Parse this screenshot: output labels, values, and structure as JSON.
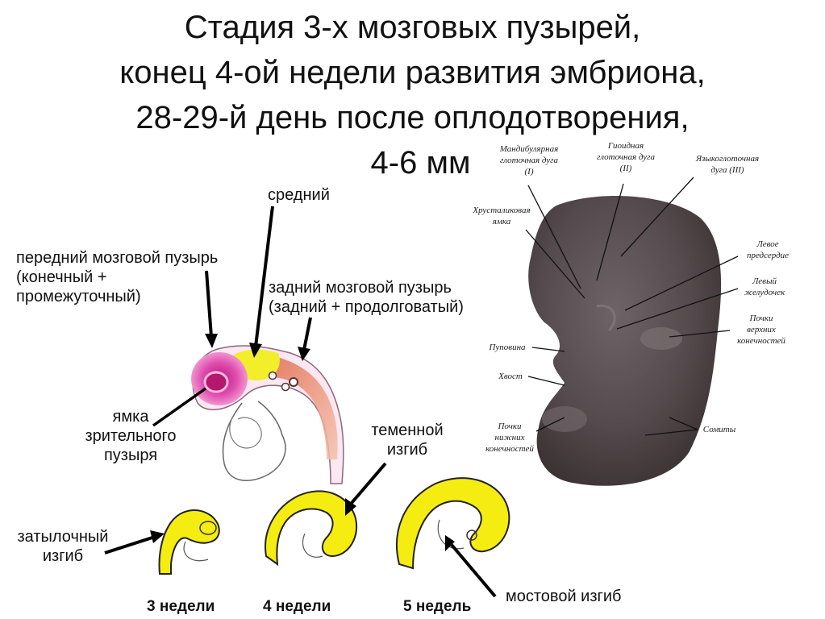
{
  "title": {
    "line1": "Стадия 3-х мозговых пузырей,",
    "line2": "конец 4-ой недели развития эмбриона,",
    "line3": "28-29-й день после оплодотворения,",
    "line4": "4-6 мм"
  },
  "labels": {
    "middle": "средний",
    "forebrain": [
      "передний мозговой пузырь",
      "(конечный +",
      "промежуточный)"
    ],
    "hindbrain": [
      "задний мозговой пузырь",
      "(задний + продолговатый)"
    ],
    "optic_pit": [
      "ямка",
      "зрительного",
      "пузыря"
    ],
    "parietal_flexure": [
      "теменной",
      "изгиб"
    ],
    "occipital_flexure": [
      "затылочный",
      "изгиб"
    ],
    "pontine_flexure": "мостовой изгиб"
  },
  "weeks": [
    "3 недели",
    "4 недели",
    "5 недель"
  ],
  "embryo_labels": {
    "mandibular": [
      "Мандибулярная",
      "глоточная дуга",
      "(I)"
    ],
    "hyoid": [
      "Гиоидная",
      "глоточная дуга",
      "(II)"
    ],
    "glossopharyngeal": [
      "Языкоглоточная",
      "дуга (III)"
    ],
    "lens_pit": [
      "Хрусталиковая",
      "ямка"
    ],
    "left_atrium": [
      "Левое",
      "предсердие"
    ],
    "left_ventricle": [
      "Левый",
      "желудочек"
    ],
    "upper_limb_buds": [
      "Почки",
      "верхних",
      "конечностей"
    ],
    "umbilical_cord": "Пуповина",
    "tail": "Хвост",
    "lower_limb_buds": [
      "Почки",
      "нижних",
      "конечностей"
    ],
    "somites": "Сомиты"
  },
  "colors": {
    "forebrain": "#d9369f",
    "midbrain": "#f2ee2a",
    "hindbrain": "#e58a5c",
    "neural_yellow": "#f5ec12",
    "embryo": "#5a4f52"
  }
}
